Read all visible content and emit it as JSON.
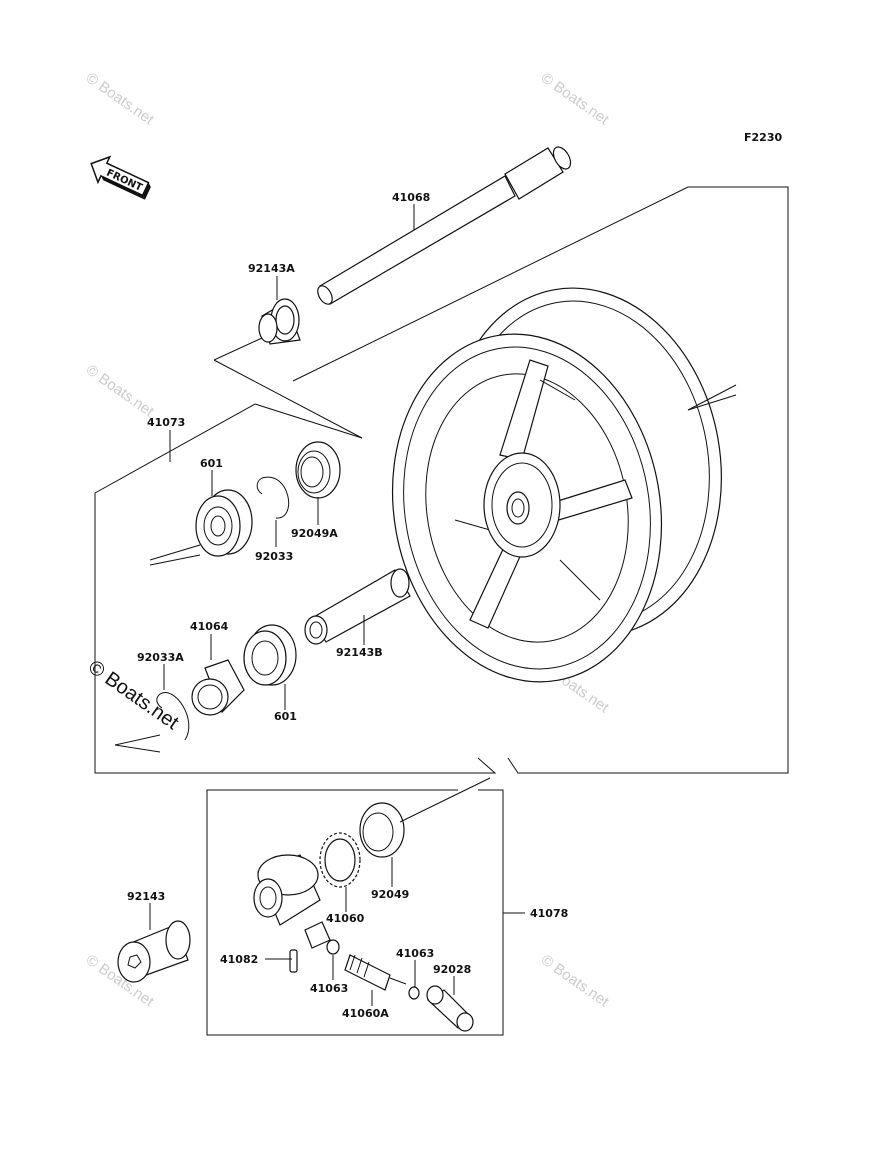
{
  "figure_code": "F2230",
  "front_arrow_label": "FRONT",
  "watermark_text": "© Boats.net",
  "parts": [
    {
      "label": "41068"
    },
    {
      "label": "92143A"
    },
    {
      "label": "41073"
    },
    {
      "label": "601"
    },
    {
      "label": "92033"
    },
    {
      "label": "92049A"
    },
    {
      "label": "41064"
    },
    {
      "label": "92033A"
    },
    {
      "label": "601"
    },
    {
      "label": "92143B"
    },
    {
      "label": "92143"
    },
    {
      "label": "92049"
    },
    {
      "label": "41060"
    },
    {
      "label": "41078"
    },
    {
      "label": "41082"
    },
    {
      "label": "41063"
    },
    {
      "label": "41063"
    },
    {
      "label": "92028"
    },
    {
      "label": "41060A"
    }
  ]
}
